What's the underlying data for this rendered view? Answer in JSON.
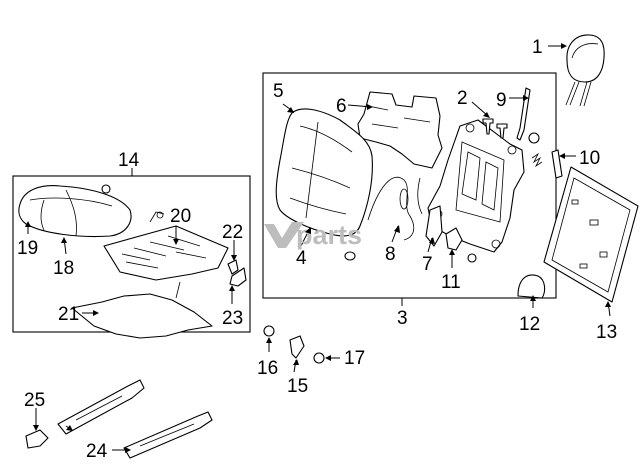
{
  "callouts": {
    "c1": "1",
    "c2": "2",
    "c3": "3",
    "c4": "4",
    "c5": "5",
    "c6": "6",
    "c7": "7",
    "c8": "8",
    "c9": "9",
    "c10": "10",
    "c11": "11",
    "c12": "12",
    "c13": "13",
    "c14": "14",
    "c15": "15",
    "c16": "16",
    "c17": "17",
    "c18": "18",
    "c19": "19",
    "c20": "20",
    "c21": "21",
    "c22": "22",
    "c23": "23",
    "c24": "24",
    "c25": "25"
  },
  "watermark": {
    "text": "parts"
  }
}
